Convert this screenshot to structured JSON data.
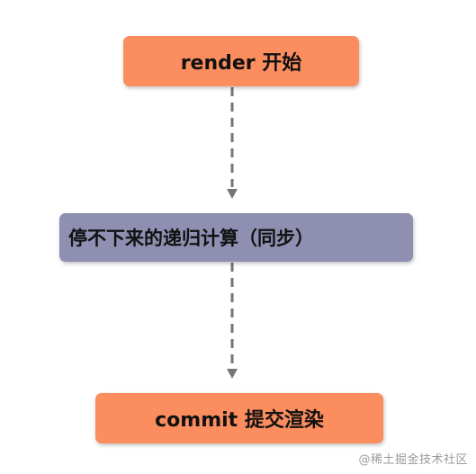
{
  "nodes": {
    "start": "render 开始",
    "sync": "停不下来的递归计算（同步）",
    "commit": "commit 提交渲染"
  },
  "colors": {
    "orange_box": "#fb8d5e",
    "purple_box": "#8e8fb1",
    "arrow": "#757575"
  },
  "watermark": "@稀土掘金技术社区"
}
